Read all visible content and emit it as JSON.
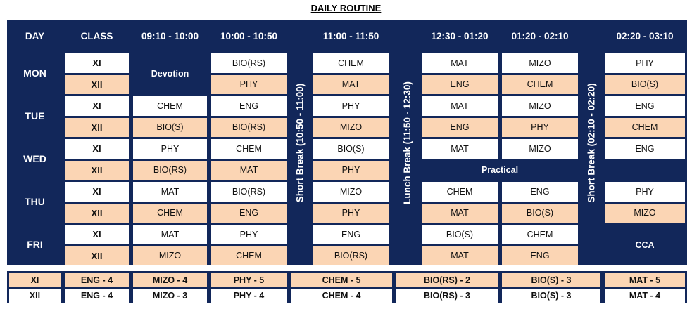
{
  "title": "DAILY ROUTINE",
  "headers": [
    "DAY",
    "CLASS",
    "09:10 - 10:00",
    "10:00 - 10:50",
    "11:00 - 11:50",
    "12:30 - 01:20",
    "01:20 - 02:10",
    "02:20 - 03:10"
  ],
  "breaks": [
    "Short Break (10:50 - 11:00)",
    "Lunch Break (11:50 - 12:30)",
    "Short Break (02:10 - 02:20)"
  ],
  "classes": [
    "XI",
    "XII"
  ],
  "days": [
    {
      "name": "MON",
      "xi": [
        "Devotion",
        "BIO(RS)",
        "CHEM",
        "MAT",
        "MIZO",
        "PHY"
      ],
      "xii": [
        "Devotion",
        "PHY",
        "MAT",
        "ENG",
        "CHEM",
        "BIO(S)"
      ]
    },
    {
      "name": "TUE",
      "xi": [
        "CHEM",
        "ENG",
        "PHY",
        "MAT",
        "MIZO",
        "ENG"
      ],
      "xii": [
        "BIO(S)",
        "BIO(RS)",
        "MIZO",
        "ENG",
        "PHY",
        "CHEM"
      ]
    },
    {
      "name": "WED",
      "xi": [
        "PHY",
        "CHEM",
        "BIO(S)",
        "MAT",
        "MIZO",
        "ENG"
      ],
      "xii": [
        "BIO(RS)",
        "MAT",
        "PHY",
        "Practical",
        "Practical",
        ""
      ]
    },
    {
      "name": "THU",
      "xi": [
        "MAT",
        "BIO(RS)",
        "MIZO",
        "CHEM",
        "ENG",
        "PHY"
      ],
      "xii": [
        "CHEM",
        "ENG",
        "PHY",
        "MAT",
        "BIO(S)",
        "MIZO"
      ]
    },
    {
      "name": "FRI",
      "xi": [
        "MAT",
        "PHY",
        "ENG",
        "BIO(S)",
        "CHEM",
        "CCA"
      ],
      "xii": [
        "MIZO",
        "CHEM",
        "BIO(RS)",
        "MAT",
        "ENG",
        "CCA"
      ]
    }
  ],
  "summary": [
    {
      "class": "XI",
      "items": [
        "ENG - 4",
        "MIZO - 4",
        "PHY - 5",
        "CHEM - 5",
        "BIO(RS) - 2",
        "BIO(S) - 3",
        "MAT - 5"
      ]
    },
    {
      "class": "XII",
      "items": [
        "ENG - 4",
        "MIZO - 3",
        "PHY - 4",
        "CHEM - 4",
        "BIO(RS) - 3",
        "BIO(S) - 3",
        "MAT - 4"
      ]
    }
  ],
  "colors": {
    "navy": "#12275a",
    "peach": "#fbd5b4",
    "white": "#ffffff"
  }
}
